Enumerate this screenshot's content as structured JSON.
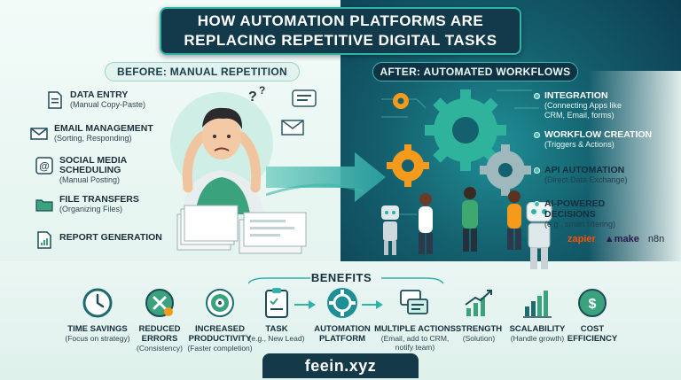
{
  "title": {
    "line1": "HOW AUTOMATION PLATFORMS ARE",
    "line2": "REPLACING REPETITIVE DIGITAL TASKS"
  },
  "before_label": "BEFORE:  MANUAL REPETITION",
  "after_label": "AFTER: AUTOMATED WORKFLOWS",
  "manual_tasks": [
    {
      "name": "DATA ENTRY",
      "sub": "(Manual Copy-Paste)",
      "icon": "document-icon"
    },
    {
      "name": "EMAIL MANAGEMENT",
      "sub": "(Sorting, Responding)",
      "icon": "envelope-icon"
    },
    {
      "name": "SOCIAL MEDIA",
      "name2": "SCHEDULING",
      "sub": "(Manual Posting)",
      "icon": "at-sign-icon"
    },
    {
      "name": "FILE TRANSFERS",
      "sub": "(Organizing Files)",
      "icon": "folder-icon"
    },
    {
      "name": "REPORT GENERATION",
      "sub": "",
      "icon": "report-icon"
    }
  ],
  "automated_features": [
    {
      "name": "INTEGRATION",
      "sub": "(Connecting Apps like",
      "sub2": "CRM, Email, forms)"
    },
    {
      "name": "WORKFLOW CREATION",
      "sub": "(Triggers & Actions)",
      "sub2": ""
    },
    {
      "name": "API AUTOMATION",
      "sub": "(Direct Data Exchange)",
      "sub2": ""
    },
    {
      "name": "AI-POWERED",
      "name2": "DECISIONS",
      "sub": "(e.g., smart filtering)",
      "sub2": ""
    }
  ],
  "platform_logos": {
    "zapier": "zapier",
    "make": "make",
    "n8n": "n8n"
  },
  "benefits_title": "BENEFITS",
  "benefits": [
    {
      "name": "TIME SAVINGS",
      "sub": "(Focus on strategy)",
      "icon": "clock-icon"
    },
    {
      "name": "REDUCED",
      "name2": "ERRORS",
      "sub": "(Consistency)",
      "icon": "error-x-icon"
    },
    {
      "name": "INCREASED",
      "name2": "PRODUCTIVITY",
      "sub": "(Faster completion)",
      "icon": "target-icon"
    },
    {
      "name": "TASK",
      "sub": "(e.g., New Lead)",
      "icon": "clipboard-icon"
    },
    {
      "name": "AUTOMATION",
      "name2": "PLATFORM",
      "sub": "",
      "icon": "platform-gear-icon"
    },
    {
      "name": "MULTIPLE ACTIONS",
      "sub": "(Email, add to CRM,",
      "sub2": "notify team)",
      "icon": "actions-icon"
    },
    {
      "name": "STRENGTH",
      "sub": "(Solution)",
      "icon": "growth-chart-icon"
    },
    {
      "name": "SCALABILITY",
      "sub": "(Handle growth)",
      "icon": "bar-chart-icon"
    },
    {
      "name": "COST",
      "name2": "EFFICIENCY",
      "sub": "",
      "icon": "money-icon"
    }
  ],
  "brand": "feein.xyz",
  "colors": {
    "teal": "#2fb3a6",
    "navy": "#133a4a",
    "accent_orange": "#f59a1b"
  }
}
